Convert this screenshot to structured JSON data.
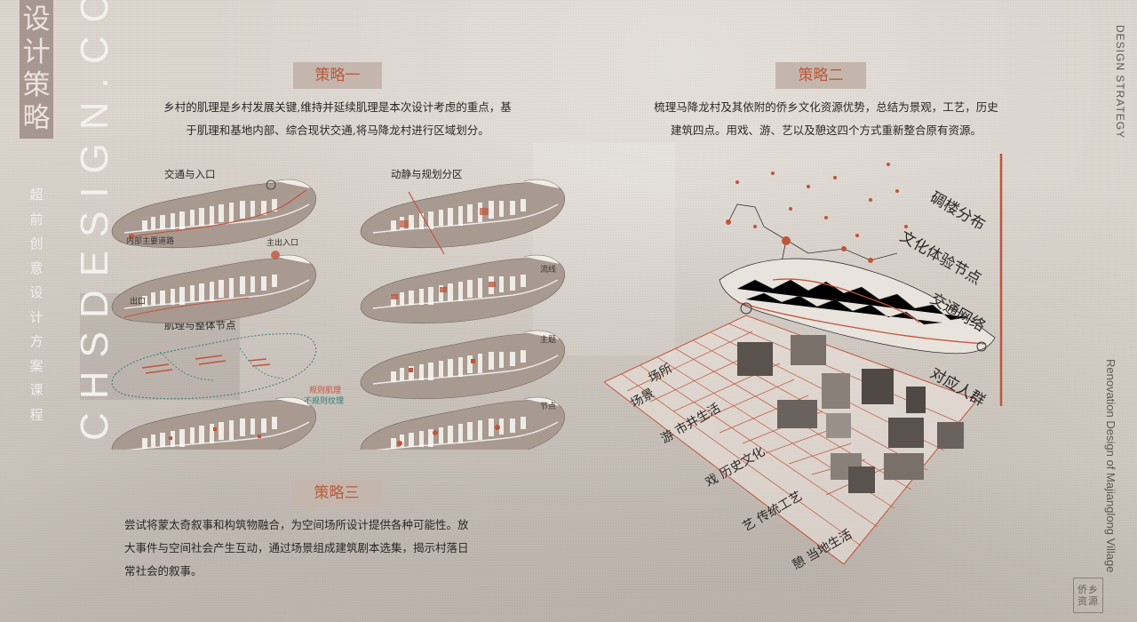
{
  "sidebar": {
    "title": "设计策略",
    "vertical_cn": "超前创意设计方案课程",
    "vertical_en": "CHSDESIGN.COM.CN"
  },
  "right_edge": {
    "top_en": "DESIGN STRATEGY",
    "bottom_en": "Renovation Design of Majianglong Village",
    "seal": "侨乡资源"
  },
  "strategy1": {
    "heading": "策略一",
    "text_line1": "乡村的肌理是乡村发展关键,维持并延续肌理是本次设计考虑的重点，基",
    "text_line2": "于肌理和基地内部、综合现状交通,将马降龙村进行区域划分。",
    "map_group1": "交通与入口",
    "map_group2": "动静与规划分区",
    "map_group3": "肌理与整体节点",
    "labels": {
      "main_road": "内部主要道路",
      "main_entrance": "主出入口",
      "exit": "出口",
      "flow": "流线",
      "theme": "主题",
      "node": "节点",
      "regular_texture": "规则肌理",
      "irregular_texture": "不规则纹理"
    }
  },
  "strategy2": {
    "heading": "策略二",
    "text_line1": "梳理马降龙村及其依附的侨乡文化资源优势，总结为景观，工艺，历史",
    "text_line2": "建筑四点。用戏、游、艺以及憩这四个方式重新整合原有资源。",
    "layers": [
      "碉楼分布",
      "文化体验节点",
      "交通网络",
      "对应人群"
    ],
    "grid_labels": [
      "场所",
      "场景",
      "游 市井生活",
      "戏 历史文化",
      "艺 传统工艺",
      "憩 当地生活"
    ]
  },
  "strategy3": {
    "heading": "策略三",
    "text_line1": "尝试将蒙太奇叙事和构筑物融合，为空间场所设计提供各种可能性。放",
    "text_line2": "大事件与空间社会产生互动，通过场景组成建筑剧本选集，揭示村落日",
    "text_line3": "常社会的叙事。"
  },
  "colors": {
    "accent": "#b85a3b",
    "heading_bg": "#c5b6ad",
    "title_bg": "#a89690",
    "teal": "#2f7d7a"
  }
}
